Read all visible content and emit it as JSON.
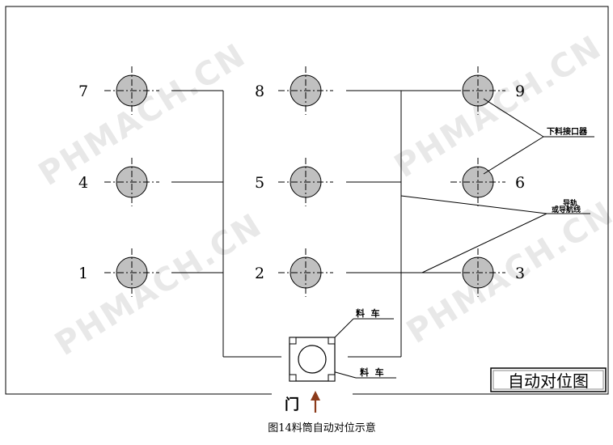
{
  "watermark": "PHMACH.CN",
  "figure_title": "自动对位图",
  "caption": "图14料筒自动对位示意",
  "door_label": "门",
  "labels": {
    "feed_port": "下料接口器",
    "guide_rail_line1": "导轨",
    "guide_rail_line2": "或导航线",
    "cart_top": "料  车",
    "cart_bottom": "料  车"
  },
  "positions": [
    "7",
    "8",
    "9",
    "4",
    "5",
    "6",
    "1",
    "2",
    "3"
  ],
  "colors": {
    "line": "#000000",
    "circle_fill": "#c0c0c0",
    "arrow": "#8b3a1a",
    "watermark": "#bebebe"
  }
}
